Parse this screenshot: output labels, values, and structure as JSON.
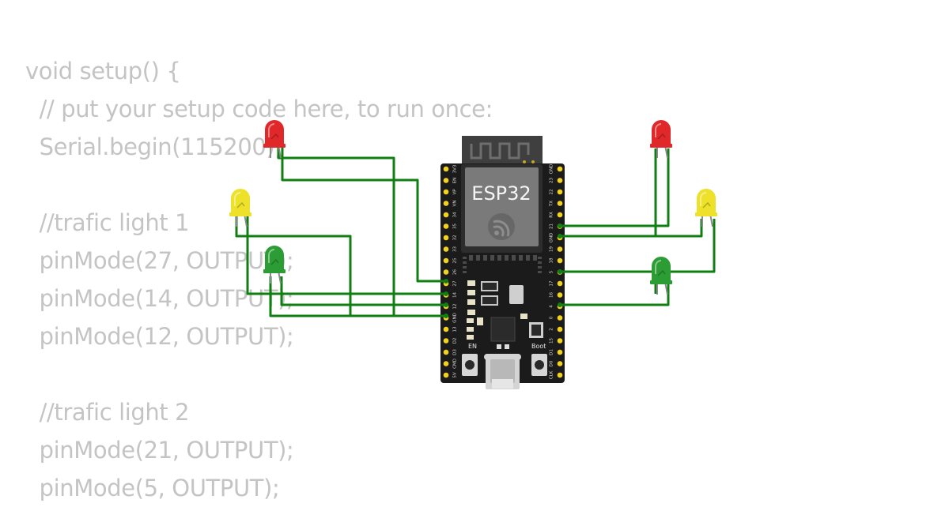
{
  "code_lines": [
    "void setup() {",
    "  // put your setup code here, to run once:",
    "  Serial.begin(115200);",
    "",
    "  //trafic light 1",
    "  pinMode(27, OUTPUT);",
    "  pinMode(14, OUTPUT);",
    "  pinMode(12, OUTPUT);",
    "",
    "  //trafic light 2",
    "  pinMode(21, OUTPUT);",
    "  pinMode(5, OUTPUT);"
  ],
  "board": {
    "label": "ESP32",
    "en_label": "EN",
    "boot_label": "Boot",
    "left_pins": [
      "3V3",
      "EN",
      "VP",
      "VN",
      "34",
      "35",
      "32",
      "33",
      "25",
      "26",
      "27",
      "14",
      "12",
      "GND",
      "13",
      "D2",
      "D3",
      "CMD",
      "5V"
    ],
    "right_pins": [
      "GND",
      "23",
      "22",
      "TX",
      "RX",
      "21",
      "GND",
      "19",
      "18",
      "5",
      "17",
      "16",
      "4",
      "0",
      "2",
      "15",
      "D1",
      "D0",
      "CLK"
    ]
  },
  "leds": [
    {
      "name": "red-led-1",
      "color": "red"
    },
    {
      "name": "yellow-led-1",
      "color": "yellow"
    },
    {
      "name": "green-led-1",
      "color": "green"
    },
    {
      "name": "red-led-2",
      "color": "red"
    },
    {
      "name": "yellow-led-2",
      "color": "yellow"
    },
    {
      "name": "green-led-2",
      "color": "green"
    }
  ],
  "colors": {
    "code_text": "#c4c4c4",
    "wire": "#0f7f12",
    "board": "#1b1b1b",
    "pin": "#f2d21b",
    "led_red": "#e0282b",
    "led_yellow": "#ede229",
    "led_green": "#2c9c34"
  }
}
